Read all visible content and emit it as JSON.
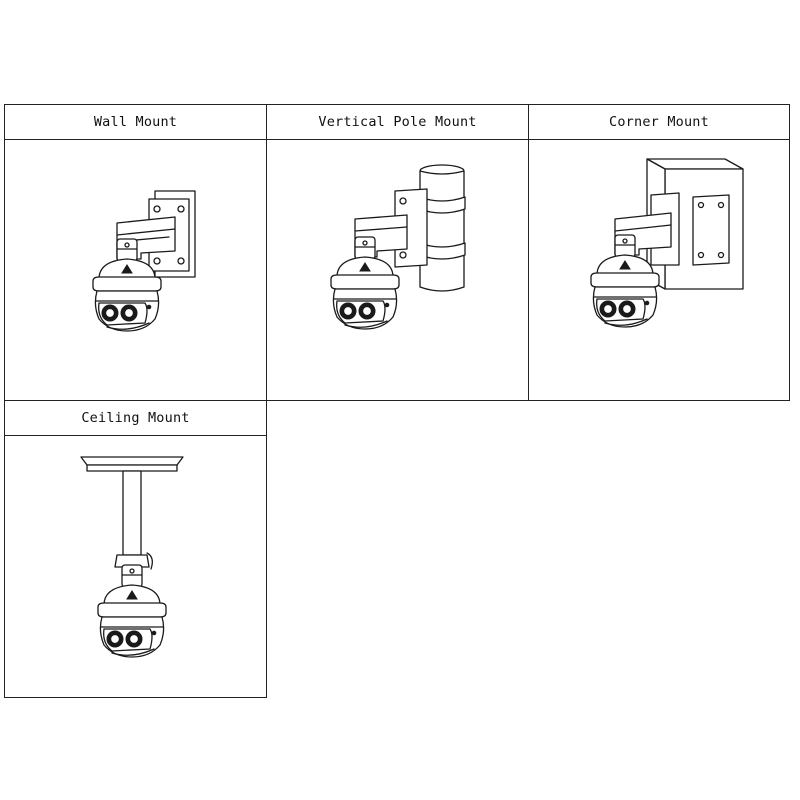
{
  "panels": [
    {
      "title": "Wall Mount",
      "icon": "wall-mount-illustration"
    },
    {
      "title": "Vertical Pole Mount",
      "icon": "pole-mount-illustration"
    },
    {
      "title": "Corner Mount",
      "icon": "corner-mount-illustration"
    },
    {
      "title": "Ceiling Mount",
      "icon": "ceiling-mount-illustration"
    }
  ],
  "colors": {
    "line": "#1a1a1a",
    "background": "#ffffff"
  }
}
